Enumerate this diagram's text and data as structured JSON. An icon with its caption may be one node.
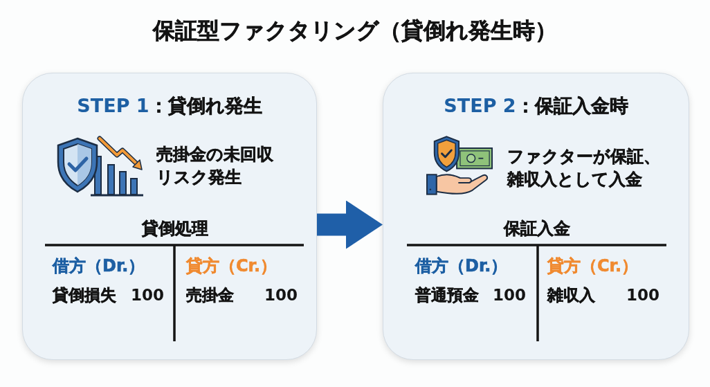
{
  "diagram": {
    "title": "保証型ファクタリング（貸倒れ発生時）",
    "nodes": [
      {
        "text": [
          "STEP 1",
          "：貸倒れ発生",
          "売掛金の未回収リスク発生",
          "貸倒処理",
          "借方（Dr.）",
          "貸方（Cr.）",
          "貸倒損失",
          "100",
          "売掛金",
          "100"
        ]
      },
      {
        "text": [
          "STEP 2",
          "：保証入金時",
          "ファクターが保証、雑収入として入金",
          "保証入金",
          "借方（Dr.）",
          "貸方（Cr.）",
          "普通預金",
          "100",
          "雑収入",
          "100"
        ]
      }
    ],
    "edges": [
      {
        "from": 0,
        "to": 1,
        "arrow": "to"
      }
    ]
  }
}
